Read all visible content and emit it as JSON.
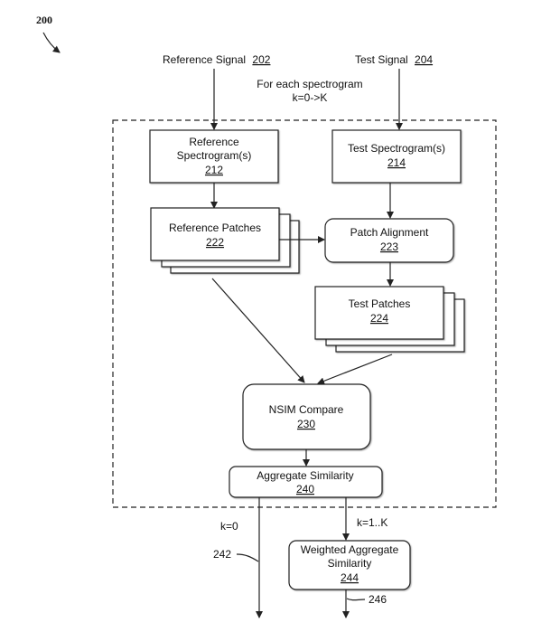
{
  "figure_number": "200",
  "inputs": {
    "reference_signal": {
      "label": "Reference Signal",
      "ref": "202"
    },
    "test_signal": {
      "label": "Test Signal",
      "ref": "204"
    }
  },
  "loop_note": {
    "line1": "For each spectrogram",
    "line2": "k=0->K"
  },
  "boxes": {
    "reference_spectrogram": {
      "line1": "Reference",
      "line2": "Spectrogram(s)",
      "ref": "212"
    },
    "test_spectrogram": {
      "line1": "Test Spectrogram(s)",
      "ref": "214"
    },
    "reference_patches": {
      "line1": "Reference Patches",
      "ref": "222"
    },
    "patch_alignment": {
      "line1": "Patch Alignment",
      "ref": "223"
    },
    "test_patches": {
      "line1": "Test Patches",
      "ref": "224"
    },
    "nsim_compare": {
      "line1": "NSIM Compare",
      "ref": "230"
    },
    "aggregate_similarity": {
      "line1": "Aggregate Similarity",
      "ref": "240"
    },
    "weighted_aggregate": {
      "line1": "Weighted Aggregate",
      "line2": "Similarity",
      "ref": "244"
    }
  },
  "branches": {
    "k_zero": "k=0",
    "k_rest": "k=1..K"
  },
  "output_refs": {
    "output_242": "242",
    "output_246": "246"
  }
}
